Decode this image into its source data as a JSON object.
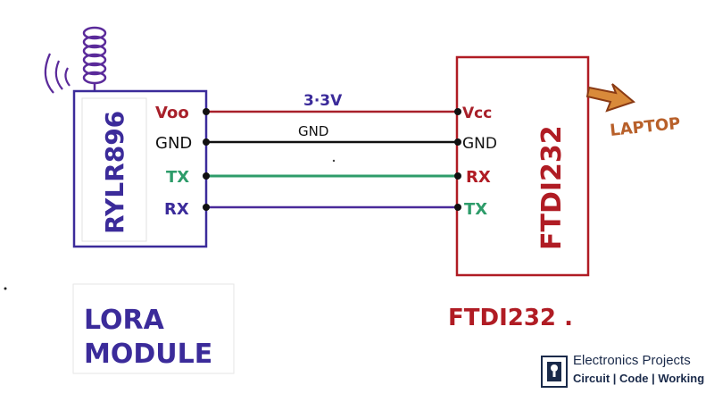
{
  "lora_chip": {
    "label": "RYLR896"
  },
  "lora_pins": [
    "Voo",
    "GND",
    "TX",
    "RX"
  ],
  "ftdi_pins": [
    "Vcc",
    "GND",
    "RX",
    "TX"
  ],
  "ftdi_chip": {
    "label": "FTDI232"
  },
  "wire_labels": {
    "vcc": "3·3V",
    "gnd": "GND"
  },
  "laptop_label": "LAPTOP",
  "lora_caption": {
    "line1": "LORA",
    "line2": "MODULE"
  },
  "ftdi_caption": "FTDI232 .",
  "brand": {
    "title": "Electronics Projects",
    "tagline": "Circuit | Code | Working",
    "icon": "chip-logo-icon"
  },
  "colors": {
    "lora_box": "#3b2b9a",
    "ftdi_box": "#b01c24",
    "vcc_wire": "#a8202a",
    "gnd_wire": "#111111",
    "tx_wire": "#2e9c6a",
    "rx_wire": "#4a2a9a",
    "laptop": "#b8602a",
    "antenna": "#5a2a9a"
  }
}
